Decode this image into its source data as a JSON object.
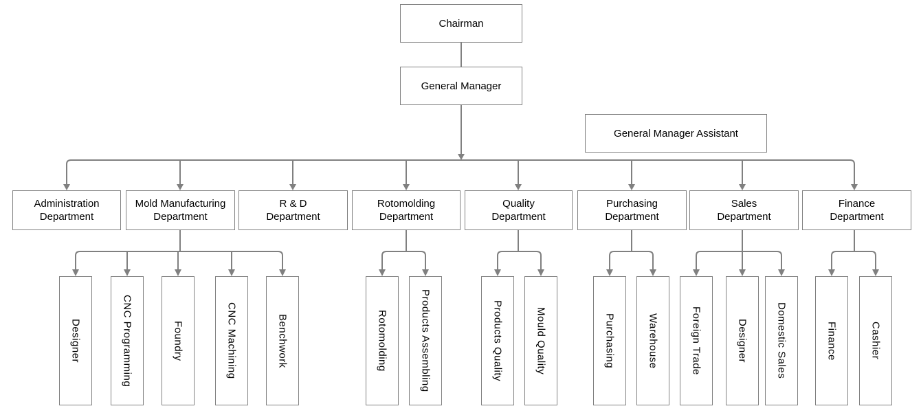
{
  "palette": {
    "line_color": "#808080",
    "box_border_color": "#808080",
    "text_color": "#000000",
    "background_color": "#ffffff"
  },
  "nodes": {
    "chairman": {
      "label": "Chairman"
    },
    "general_manager": {
      "label": "General Manager"
    },
    "general_manager_assistant": {
      "label": "General Manager Assistant"
    },
    "departments": [
      {
        "line1": "Administration",
        "line2": "Department",
        "children": []
      },
      {
        "line1": "Mold Manufacturing",
        "line2": "Department",
        "children": [
          "Designer",
          "CNC Programming",
          "Foundry",
          "CNC Machining",
          "Benchwork"
        ]
      },
      {
        "line1": "R & D",
        "line2": "Department",
        "children": []
      },
      {
        "line1": "Rotomolding",
        "line2": "Department",
        "children": [
          "Rotomolding",
          "Products Assembling"
        ]
      },
      {
        "line1": "Quality",
        "line2": "Department",
        "children": [
          "Products Quality",
          "Mould Quality"
        ]
      },
      {
        "line1": "Purchasing",
        "line2": "Department",
        "children": [
          "Purchasing",
          "Warehouse"
        ]
      },
      {
        "line1": "Sales",
        "line2": "Department",
        "children": [
          "Foreign Trade",
          "Designer",
          "Domestic Sales"
        ]
      },
      {
        "line1": "Finance",
        "line2": "Department",
        "children": [
          "Finance",
          "Cashier"
        ]
      }
    ]
  }
}
